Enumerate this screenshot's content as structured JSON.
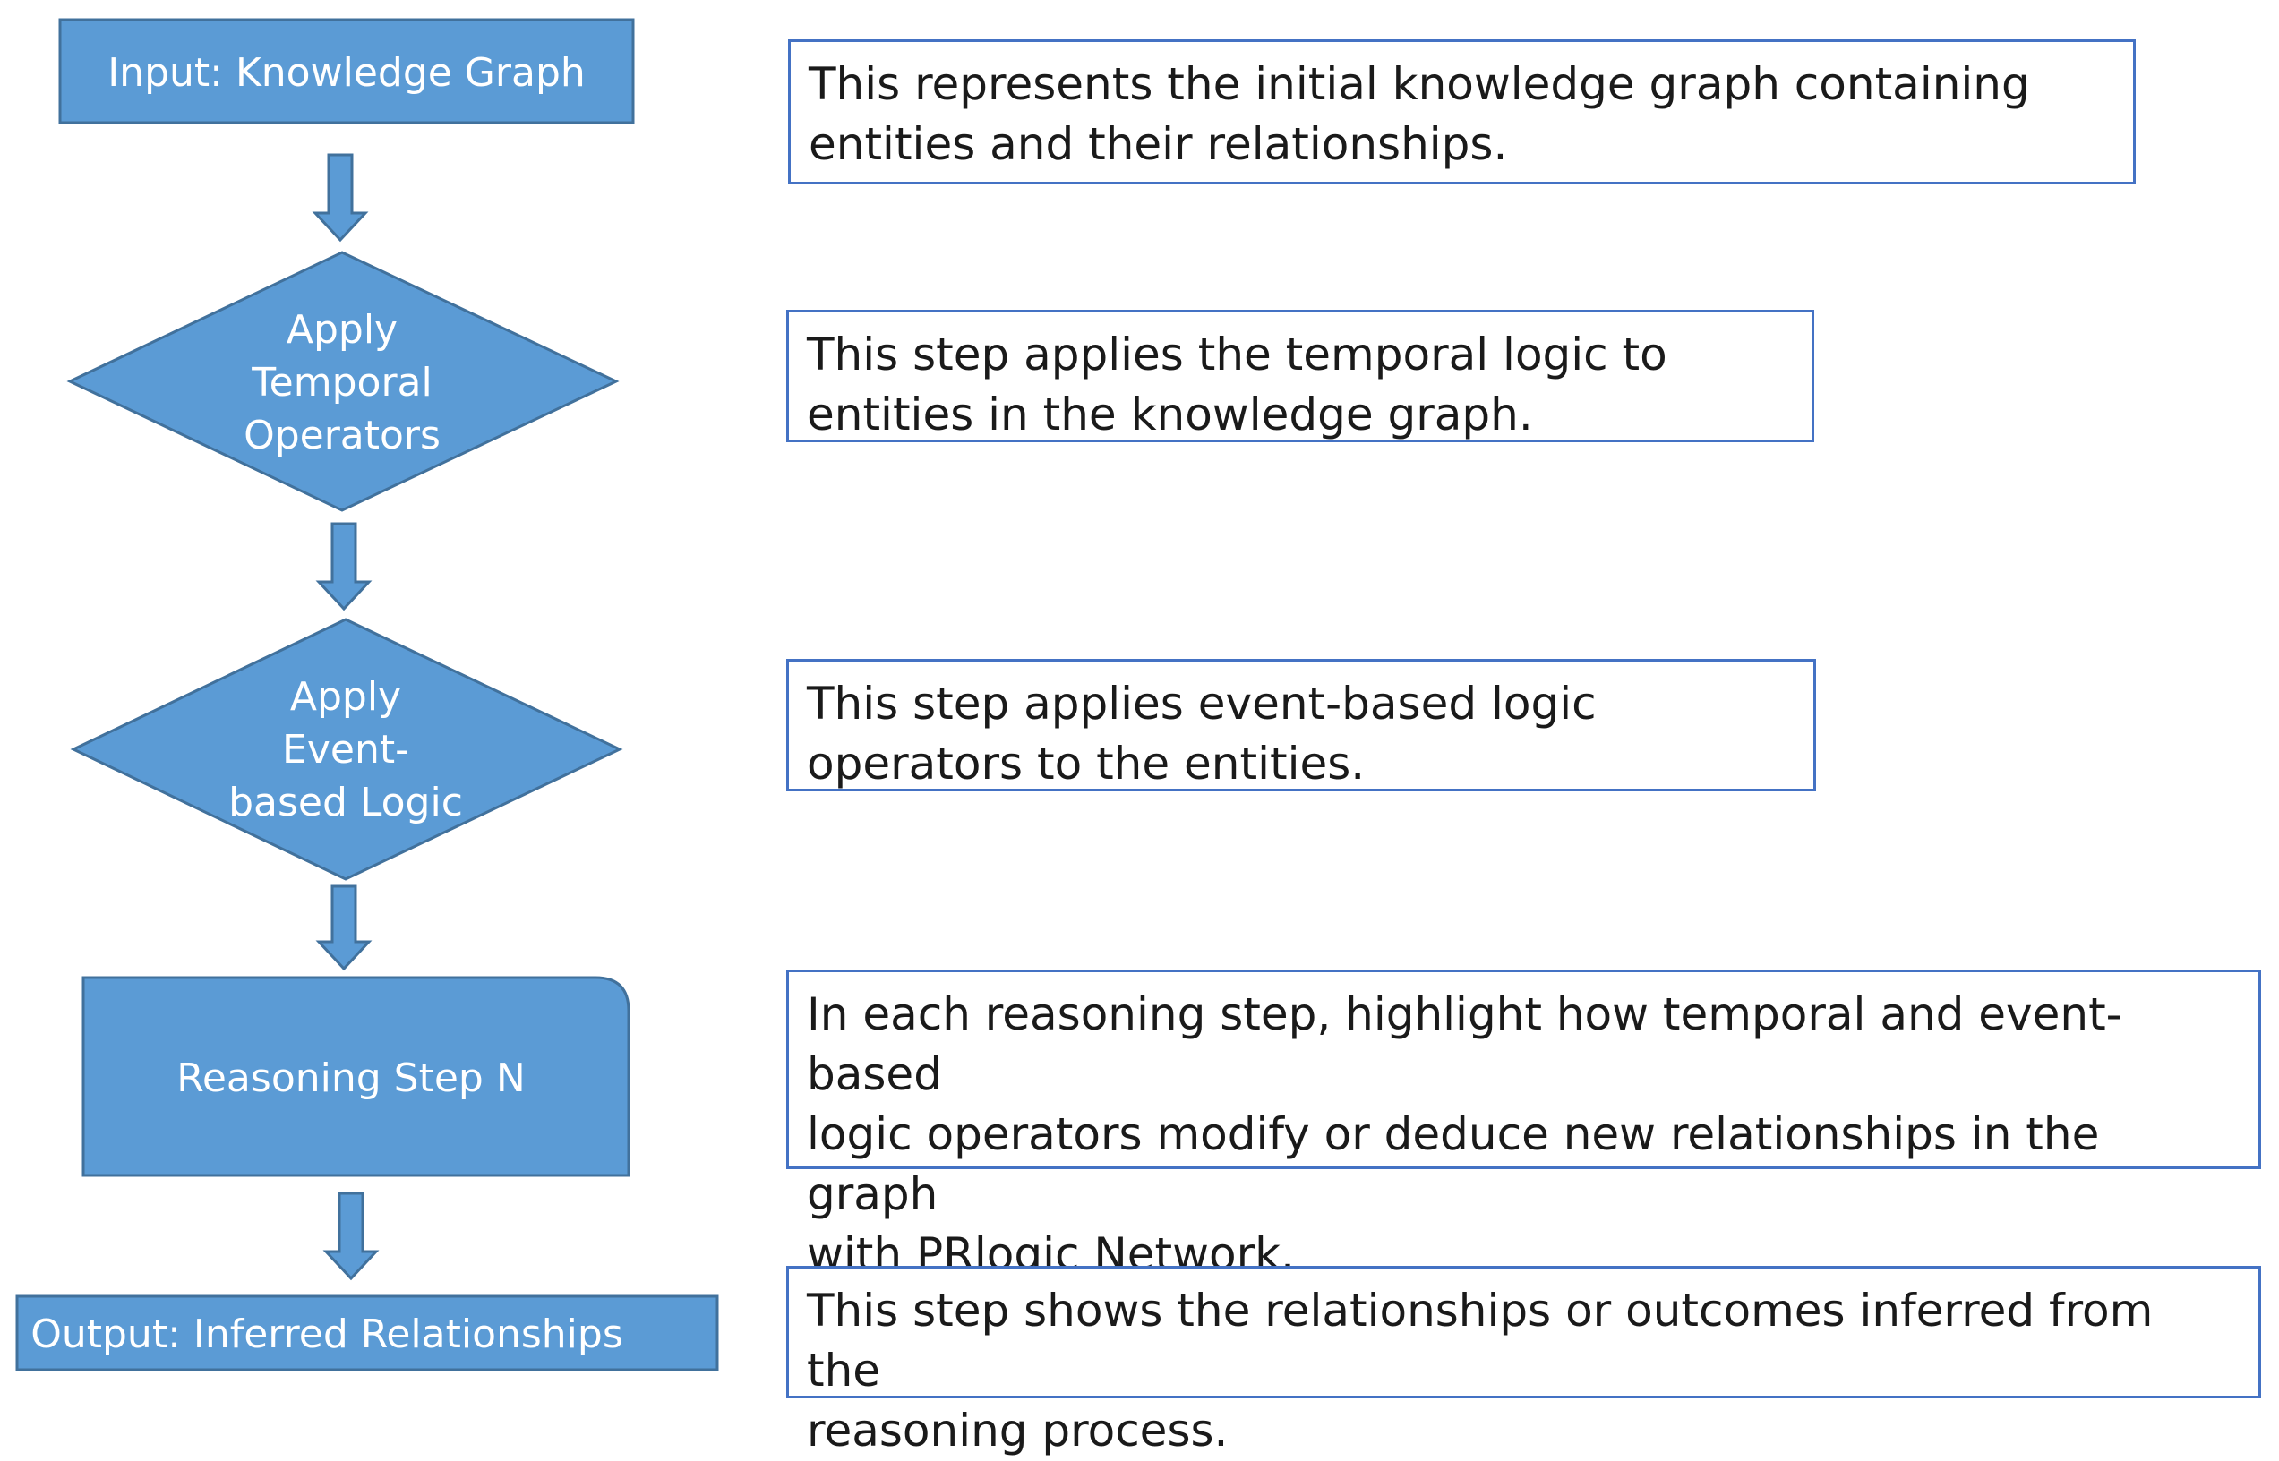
{
  "flowchart": {
    "nodes": [
      {
        "id": "input",
        "shape": "rectangle",
        "lines": [
          "Input: Knowledge Graph"
        ]
      },
      {
        "id": "temporal",
        "shape": "diamond",
        "lines": [
          "Apply",
          "Temporal",
          "Operators"
        ]
      },
      {
        "id": "event",
        "shape": "diamond",
        "lines": [
          "Apply",
          "Event-",
          "based Logic"
        ]
      },
      {
        "id": "reasoning",
        "shape": "rounded-corner-rectangle",
        "lines": [
          "Reasoning Step N"
        ]
      },
      {
        "id": "output",
        "shape": "rectangle",
        "lines": [
          "Output: Inferred Relationships"
        ]
      }
    ],
    "edges": [
      {
        "from": "input",
        "to": "temporal"
      },
      {
        "from": "temporal",
        "to": "event"
      },
      {
        "from": "event",
        "to": "reasoning"
      },
      {
        "from": "reasoning",
        "to": "output"
      }
    ],
    "colors": {
      "node_fill": "#5b9bd5",
      "node_border": "#41719c",
      "node_text": "#ffffff",
      "description_border": "#4472c4",
      "description_text": "#1a1a1a"
    }
  },
  "descriptions": [
    {
      "for": "input",
      "text": "This represents the initial knowledge graph containing\nentities and their relationships."
    },
    {
      "for": "temporal",
      "text": "This step applies the temporal logic to\nentities in the knowledge graph."
    },
    {
      "for": "event",
      "text": "This step applies event-based logic\noperators to the entities."
    },
    {
      "for": "reasoning",
      "text": "In each reasoning step, highlight how temporal and event-based\nlogic operators modify or deduce new relationships in the graph\nwith PRlogic Network."
    },
    {
      "for": "output",
      "text": "This step shows the relationships or outcomes inferred from the\nreasoning process."
    }
  ]
}
